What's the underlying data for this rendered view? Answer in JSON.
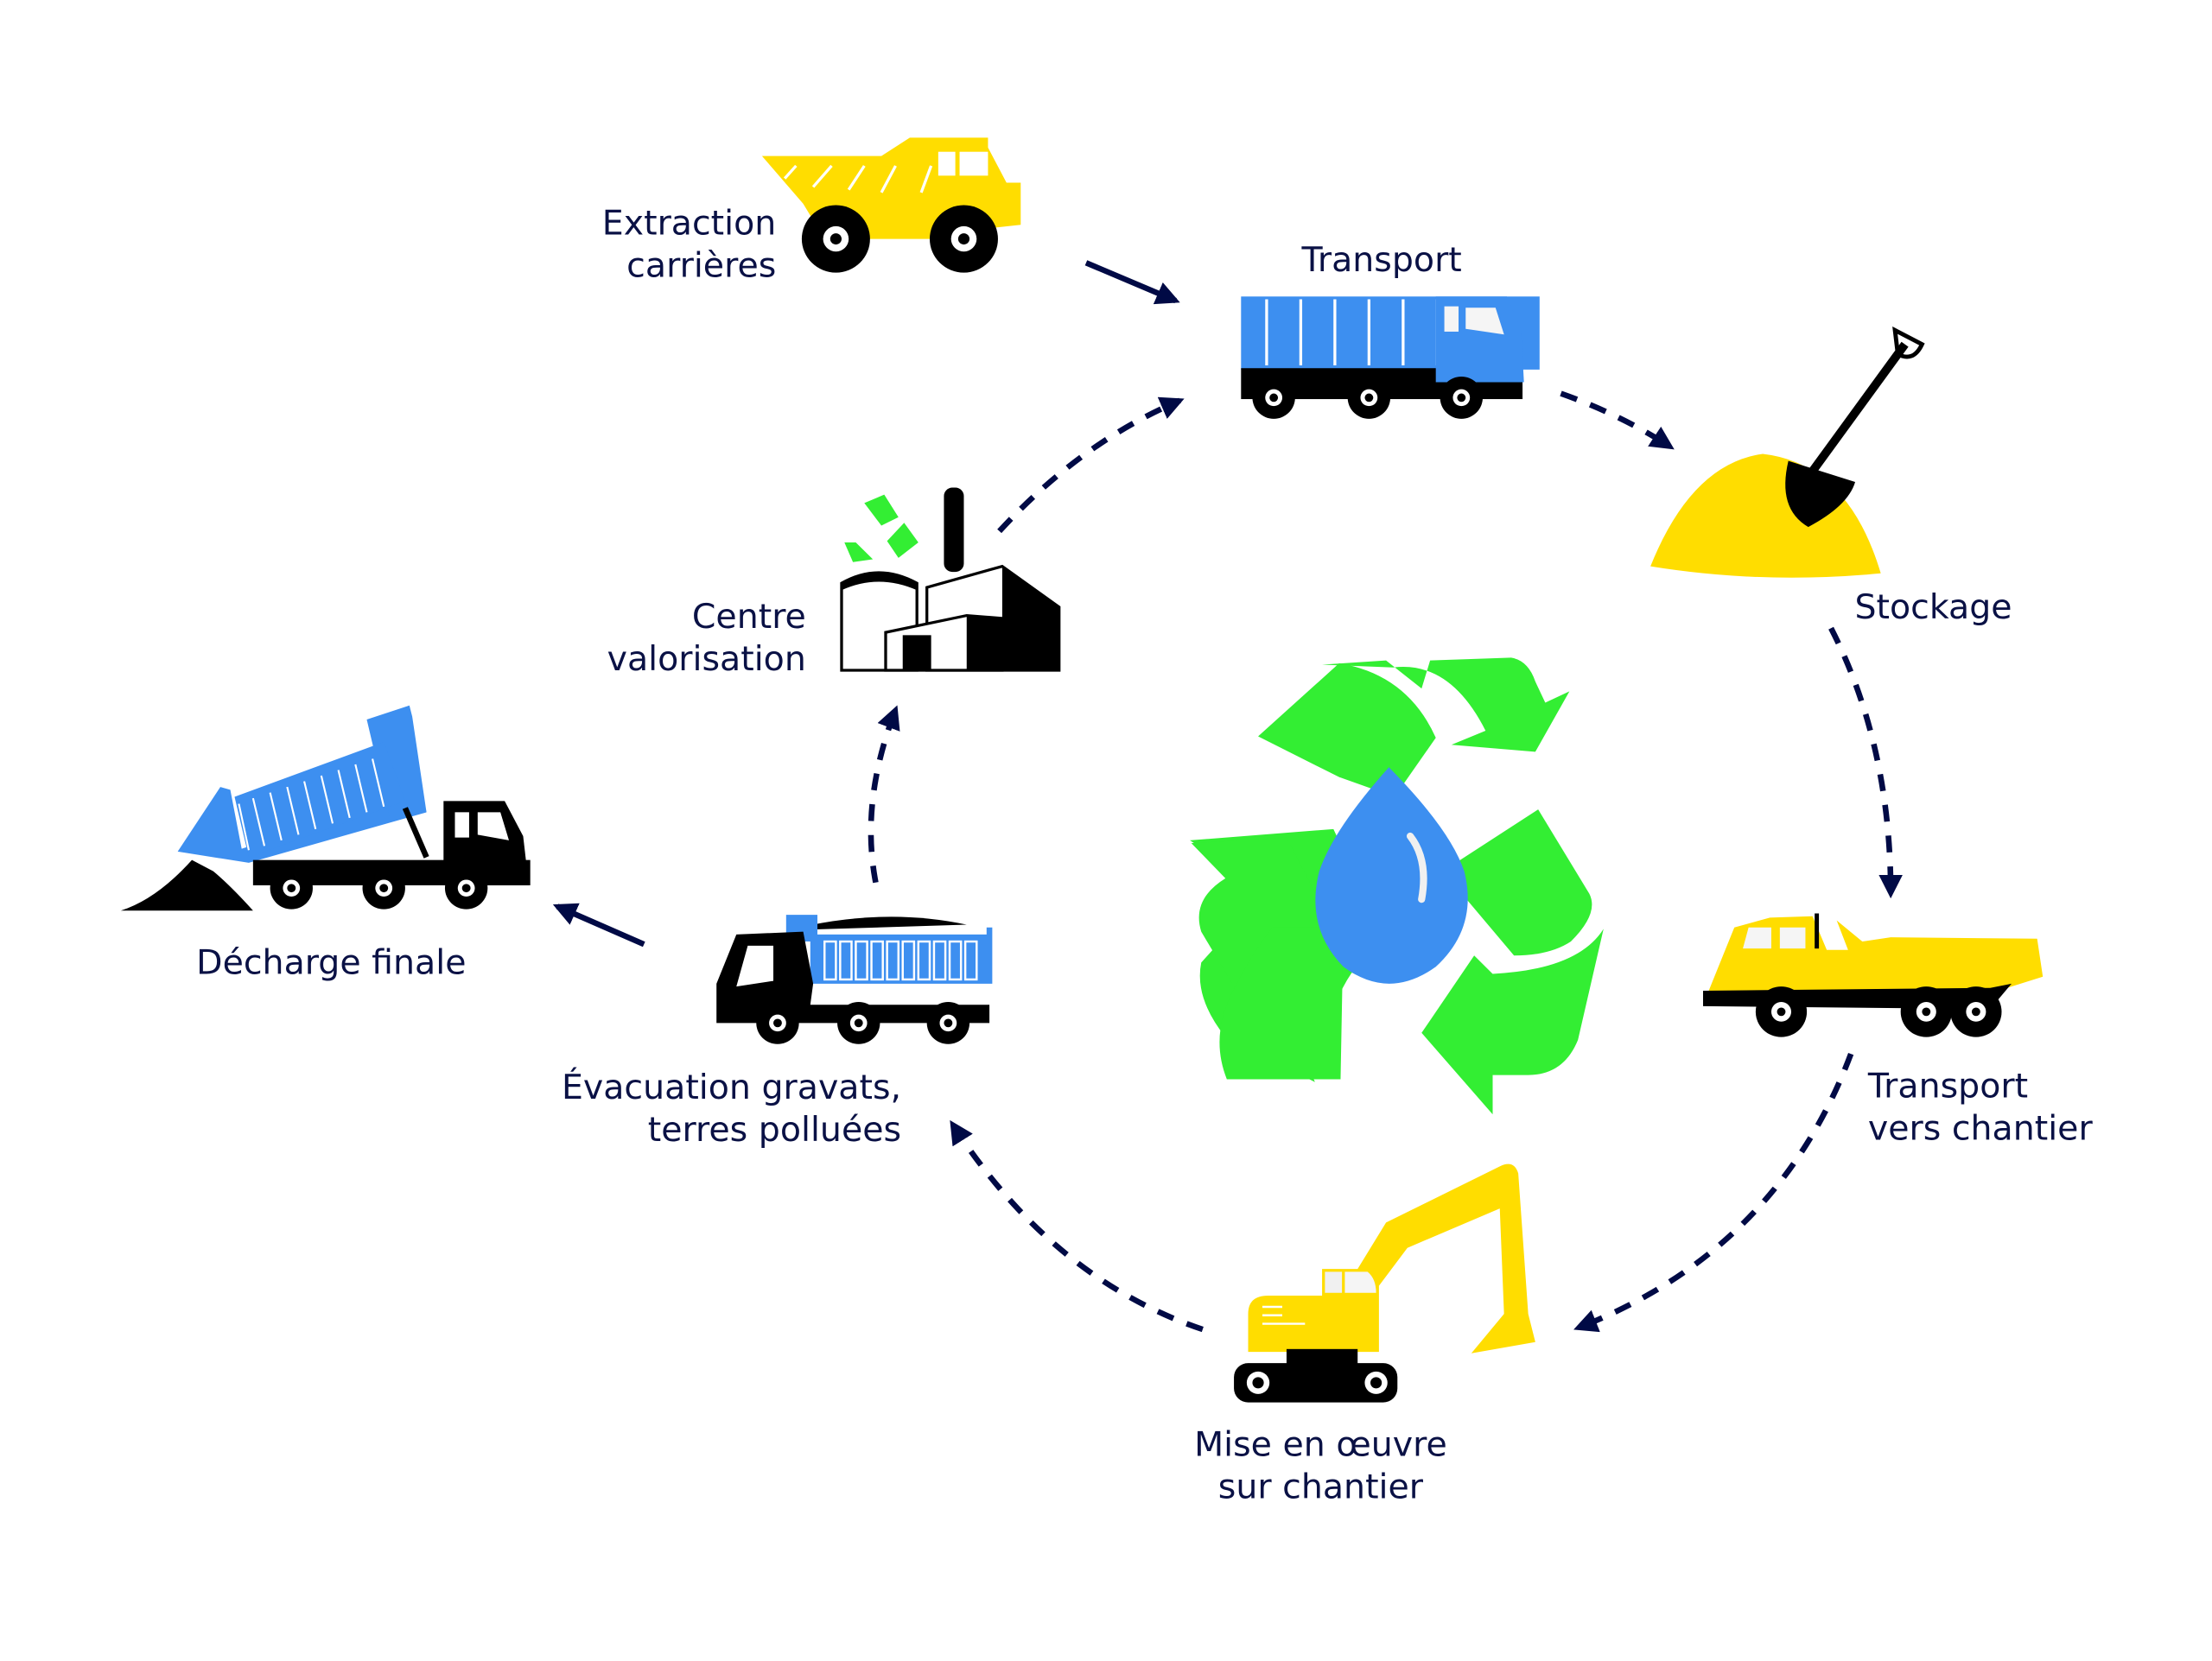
{
  "diagram": {
    "type": "cycle",
    "colors": {
      "text": "#0a1145",
      "arrow": "#000a45",
      "yellow": "#ffdd00",
      "blue": "#3d8ff0",
      "green": "#33ee33",
      "black": "#000000"
    },
    "steps": [
      {
        "id": "extraction",
        "icon": "mining-dump-truck-icon",
        "label_lines": [
          "Extraction",
          "carrières"
        ]
      },
      {
        "id": "transport",
        "icon": "box-truck-icon",
        "label_lines": [
          "Transport"
        ]
      },
      {
        "id": "stockage",
        "icon": "shovel-pile-icon",
        "label_lines": [
          "Stockage"
        ]
      },
      {
        "id": "transport-chantier",
        "icon": "articulated-dump-truck-icon",
        "label_lines": [
          "Transport",
          "vers chantier"
        ]
      },
      {
        "id": "mise-en-oeuvre",
        "icon": "excavator-icon",
        "label_lines": [
          "Mise en œuvre",
          "sur chantier"
        ]
      },
      {
        "id": "evacuation",
        "icon": "tipper-truck-icon",
        "label_lines": [
          "Évacuation gravats,",
          "terres polluées"
        ]
      },
      {
        "id": "centre-valorisation",
        "icon": "recycling-factory-icon",
        "label_lines": [
          "Centre",
          "valorisation"
        ]
      },
      {
        "id": "decharge",
        "icon": "dumping-truck-icon",
        "label_lines": [
          "Décharge finale"
        ]
      }
    ],
    "edges": [
      {
        "from": "extraction",
        "to": "transport",
        "style": "solid"
      },
      {
        "from": "transport",
        "to": "stockage",
        "style": "dashed"
      },
      {
        "from": "stockage",
        "to": "transport-chantier",
        "style": "dashed"
      },
      {
        "from": "transport-chantier",
        "to": "mise-en-oeuvre",
        "style": "dashed"
      },
      {
        "from": "mise-en-oeuvre",
        "to": "evacuation",
        "style": "dashed"
      },
      {
        "from": "evacuation",
        "to": "centre-valorisation",
        "style": "dashed"
      },
      {
        "from": "centre-valorisation",
        "to": "transport",
        "style": "dashed"
      },
      {
        "from": "evacuation",
        "to": "decharge",
        "style": "solid"
      }
    ],
    "center_icon": "recycle-water-drop-icon"
  }
}
